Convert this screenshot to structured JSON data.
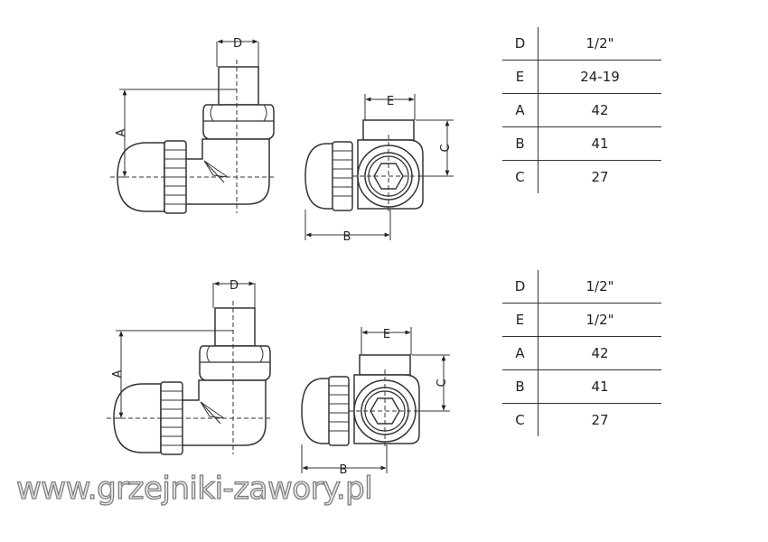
{
  "drawings": [
    {
      "labels": {
        "d": "D",
        "a": "A",
        "e": "E",
        "c": "C",
        "b": "B"
      },
      "specs": [
        {
          "key": "D",
          "value": "1/2\""
        },
        {
          "key": "E",
          "value": "24-19"
        },
        {
          "key": "A",
          "value": "42"
        },
        {
          "key": "B",
          "value": "41"
        },
        {
          "key": "C",
          "value": "27"
        }
      ]
    },
    {
      "labels": {
        "d": "D",
        "a": "A",
        "e": "E",
        "c": "C",
        "b": "B"
      },
      "specs": [
        {
          "key": "D",
          "value": "1/2\""
        },
        {
          "key": "E",
          "value": "1/2\""
        },
        {
          "key": "A",
          "value": "42"
        },
        {
          "key": "B",
          "value": "41"
        },
        {
          "key": "C",
          "value": "27"
        }
      ]
    }
  ],
  "watermark": "www.grzejniki-zawory.pl"
}
